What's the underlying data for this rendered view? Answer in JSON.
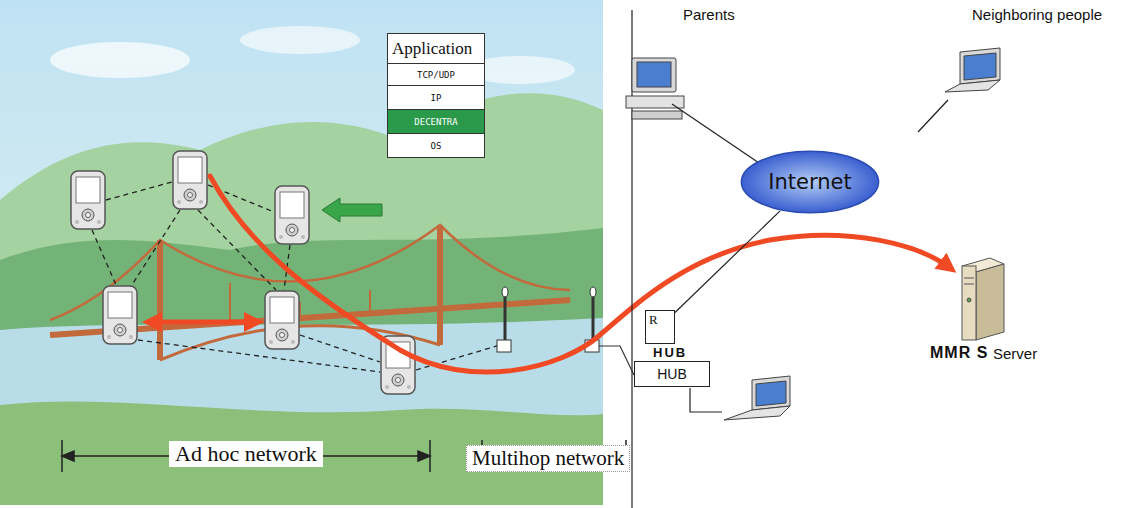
{
  "diagram": {
    "nodes": [
      {
        "text": [
          "Application"
        ]
      },
      {
        "text": [
          "TCP/UDP"
        ]
      },
      {
        "text": [
          "IP"
        ]
      },
      {
        "text": [
          "DECENTRA"
        ]
      },
      {
        "text": [
          "OS"
        ]
      },
      {
        "text": [
          "Internet"
        ]
      },
      {
        "text": [
          "R"
        ]
      },
      {
        "text": [
          "HUB",
          "HUB"
        ]
      }
    ],
    "edges": [
      {
        "from": 6,
        "to": 5,
        "arrow": "none"
      }
    ],
    "labels": [
      "Parents",
      "Neighboring people",
      "MMR S",
      "Server",
      "Ad hoc network",
      "Multihop network"
    ]
  }
}
